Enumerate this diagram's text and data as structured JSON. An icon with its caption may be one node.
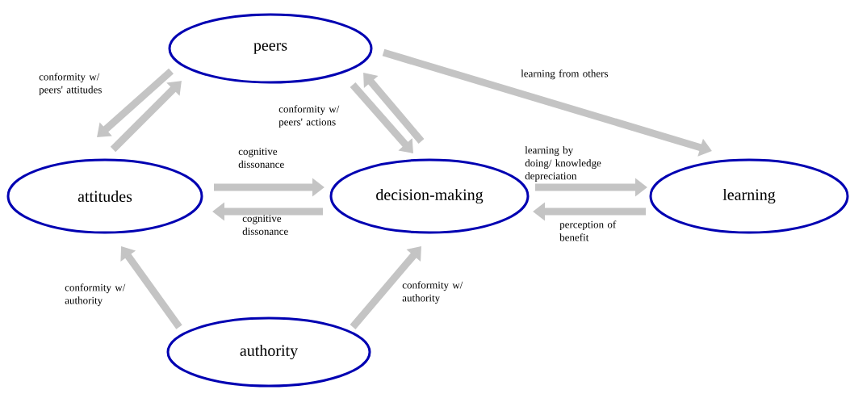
{
  "diagram": {
    "nodes": [
      {
        "text": [
          "peers"
        ]
      },
      {
        "text": [
          "attitudes"
        ]
      },
      {
        "text": [
          "decision-making"
        ]
      },
      {
        "text": [
          "learning"
        ]
      },
      {
        "text": [
          "authority"
        ]
      }
    ],
    "edges": [
      {
        "from": 0,
        "to": 1,
        "arrow": "to",
        "label": "conformity w/ peers' attitudes"
      },
      {
        "from": 1,
        "to": 0,
        "arrow": "to"
      },
      {
        "from": 0,
        "to": 2,
        "arrow": "to",
        "label": "conformity w/ peers' actions"
      },
      {
        "from": 2,
        "to": 0,
        "arrow": "to"
      },
      {
        "from": 0,
        "to": 3,
        "arrow": "to",
        "label": "learning from others"
      },
      {
        "from": 1,
        "to": 2,
        "arrow": "to",
        "label": "cognitive dissonance"
      },
      {
        "from": 2,
        "to": 1,
        "arrow": "to",
        "label": "cognitive dissonance"
      },
      {
        "from": 2,
        "to": 3,
        "arrow": "to",
        "label": "learning by doing/ knowledge depreciation"
      },
      {
        "from": 3,
        "to": 2,
        "arrow": "to",
        "label": "perception of benefit"
      },
      {
        "from": 4,
        "to": 1,
        "arrow": "to",
        "label": "conformity w/ authority"
      },
      {
        "from": 4,
        "to": 2,
        "arrow": "to",
        "label": "conformity w/ authority"
      }
    ]
  }
}
